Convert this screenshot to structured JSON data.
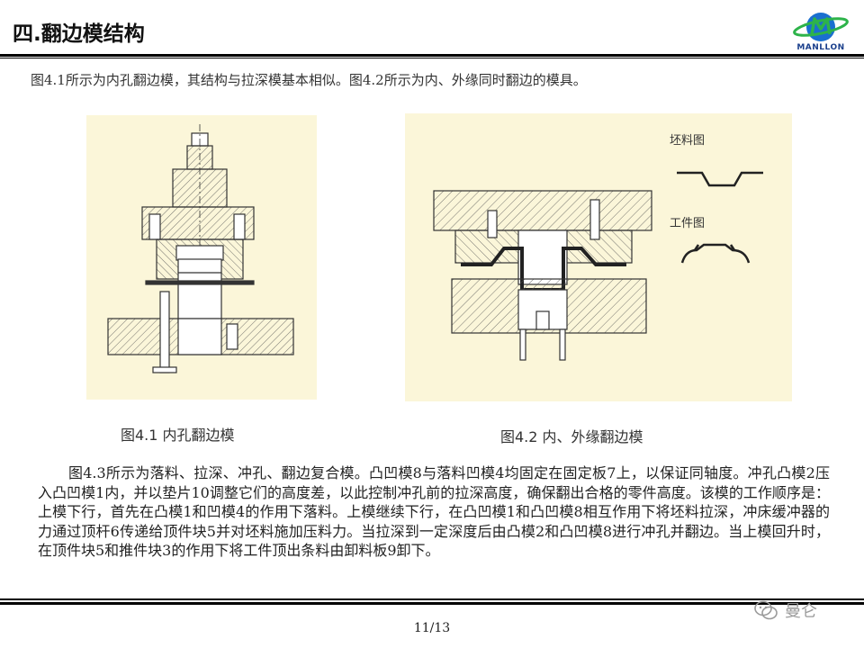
{
  "header": {
    "title": "四.翻边模结构",
    "logo_text": "MANLLON"
  },
  "intro": "图4.1所示为内孔翻边模，其结构与拉深模基本相似。图4.2所示为内、外缘同时翻边的模具。",
  "figures": [
    {
      "caption": "图4.1 内孔翻边模"
    },
    {
      "caption": "图4.2 内、外缘翻边模",
      "labels": {
        "blank": "坯料图",
        "part": "工件图"
      }
    }
  ],
  "body": "图4.3所示为落料、拉深、冲孔、翻边复合模。凸凹模8与落料凹模4均固定在固定板7上，以保证同轴度。冲孔凸模2压入凸凹模1内，并以垫片10调整它们的高度差，以此控制冲孔前的拉深高度，确保翻出合格的零件高度。该模的工作顺序是：上模下行，首先在凸模1和凹模4的作用下落料。上模继续下行，在凸凹模1和凸凹模8相互作用下将坯料拉深，冲床缓冲器的力通过顶杆6传递给顶件块5并对坯料施加压料力。当拉深到一定深度后由凸模2和凸凹模8进行冲孔并翻边。当上模回升时，在顶件块5和推件块3的作用下将工件顶出条料由卸料板9卸下。",
  "footer": {
    "page": "11/13",
    "watermark": "曼仑"
  },
  "colors": {
    "figure_bg": "#fbf6d9",
    "logo_blue": "#1a3f8c",
    "logo_green": "#2db34a"
  }
}
